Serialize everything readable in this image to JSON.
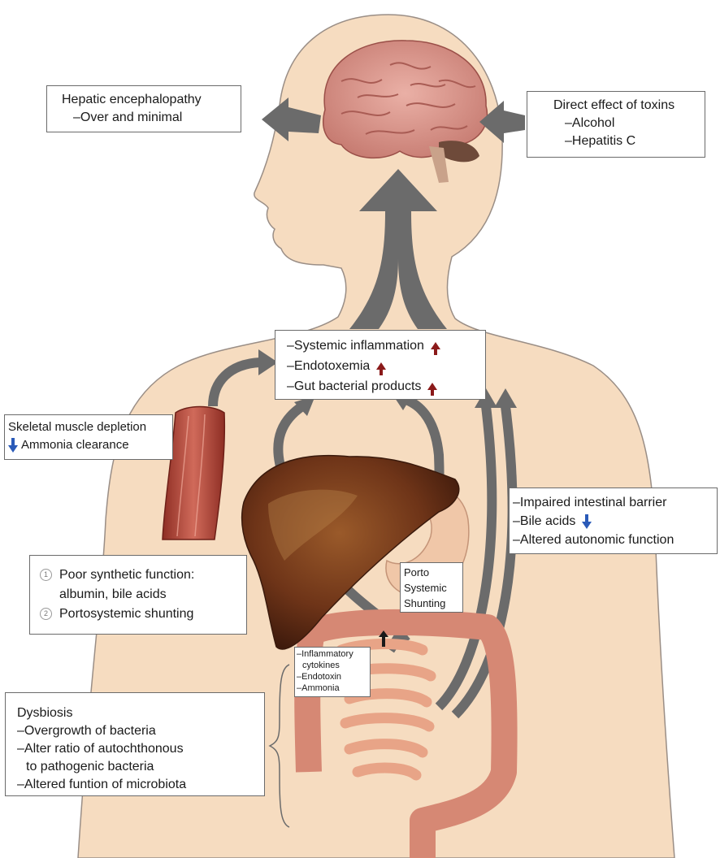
{
  "boxes": {
    "hepatic_encephalopathy": {
      "title": "Hepatic encephalopathy",
      "line1": "–Over and minimal"
    },
    "direct_toxins": {
      "title": "Direct effect of toxins",
      "line1": "–Alcohol",
      "line2": "–Hepatitis C"
    },
    "systemic": {
      "line1": "–Systemic inflammation",
      "line2": "–Endotoxemia",
      "line3": "–Gut bacterial products"
    },
    "skeletal_muscle": {
      "line1": "Skeletal muscle depletion",
      "line2": "Ammonia clearance"
    },
    "intestinal": {
      "line1": "–Impaired intestinal barrier",
      "line2": "–Bile acids",
      "line3": "–Altered autonomic function"
    },
    "liver_function": {
      "num1": "1",
      "line1": "Poor synthetic function:",
      "line2": "albumin, bile acids",
      "num2": "2",
      "line3": "Portosystemic shunting"
    },
    "porto": {
      "line1": "Porto",
      "line2": "Systemic",
      "line3": "Shunting"
    },
    "gut_products": {
      "line1": "–Inflammatory",
      "line2": "cytokines",
      "line3": "–Endotoxin",
      "line4": "–Ammonia"
    },
    "dysbiosis": {
      "line1": "Dysbiosis",
      "line2": "–Overgrowth of bacteria",
      "line3": "–Alter ratio of autochthonous",
      "line4": "to pathogenic bacteria",
      "line5": "–Altered funtion of microbiota"
    }
  },
  "colors": {
    "skin": "#f6dcc0",
    "skin_outline": "#9a8e86",
    "arrow": "#6b6b6b",
    "brain": "#d78e86",
    "liver": "#7a3b1c",
    "muscle": "#b8483a",
    "intestine": "#dc9c86",
    "up_arrow": "#8b1a1a",
    "down_arrow": "#2a5ab8"
  }
}
